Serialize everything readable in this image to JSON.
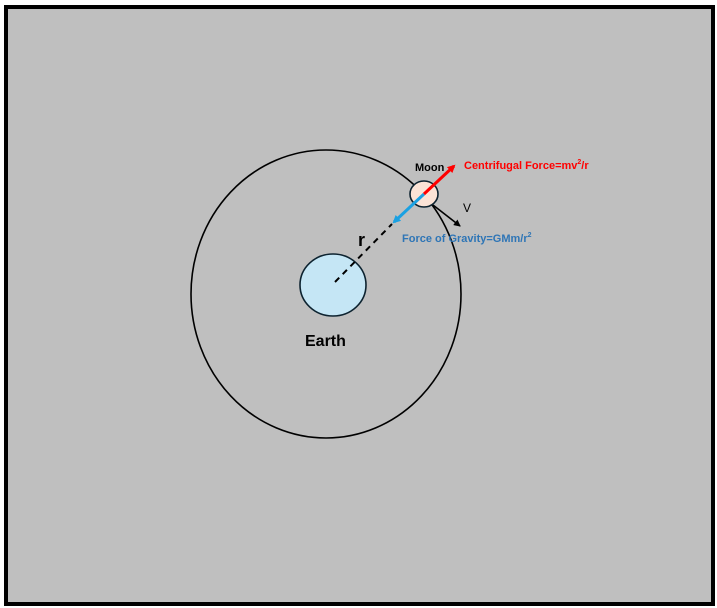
{
  "diagram": {
    "labels": {
      "moon": "Moon",
      "earth": "Earth",
      "radius": "r",
      "velocity": "V",
      "centrifugal_force": "Centrifugal Force=mv",
      "centrifugal_force_exp": "2",
      "centrifugal_force_tail": "/r",
      "gravity_force": "Force of Gravity=GMm/r",
      "gravity_force_exp": "2"
    },
    "colors": {
      "background": "#bfbfbf",
      "border": "#000000",
      "earth_fill": "#c5e6f5",
      "moon_fill": "#fbe3d6",
      "centrifugal": "#ff0000",
      "gravity": "#1ba1e2",
      "gravity_text": "#2e75b6",
      "outline": "#0d2330"
    }
  }
}
